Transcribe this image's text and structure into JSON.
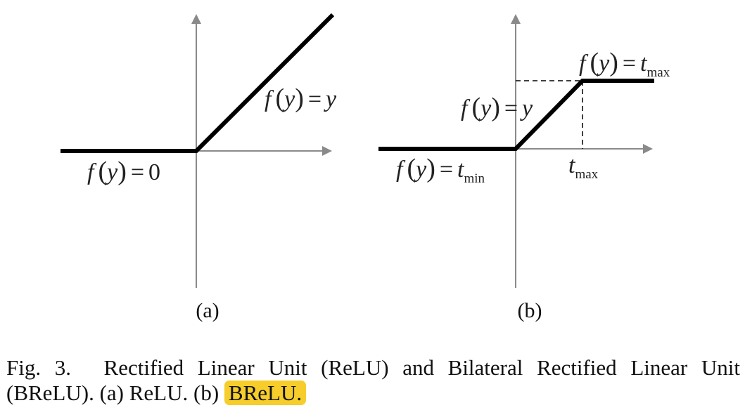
{
  "panel_a": {
    "label": "(a)",
    "eq_right": {
      "fn": "f",
      "var": "y",
      "eq": "=",
      "rhs": "y"
    },
    "eq_left": {
      "fn": "f",
      "var": "y",
      "eq": "=",
      "rhs": "0"
    }
  },
  "panel_b": {
    "label": "(b)",
    "eq_top": {
      "fn": "f",
      "var": "y",
      "eq": "=",
      "rhs": "t",
      "rhs_sub": "max"
    },
    "eq_mid": {
      "fn": "f",
      "var": "y",
      "eq": "=",
      "rhs": "y"
    },
    "eq_left": {
      "fn": "f",
      "var": "y",
      "eq": "=",
      "rhs": "t",
      "rhs_sub": "min"
    },
    "tick_label": {
      "main": "t",
      "sub": "max"
    }
  },
  "caption": {
    "text_start": "Fig. 3.  Rectified Linear Unit (ReLU) and Bilateral Rectified Linear Unit (BReLU). (a) ReLU. (b) ",
    "text_highlight": "BReLU.",
    "highlight_color": "#f6cd2b"
  }
}
